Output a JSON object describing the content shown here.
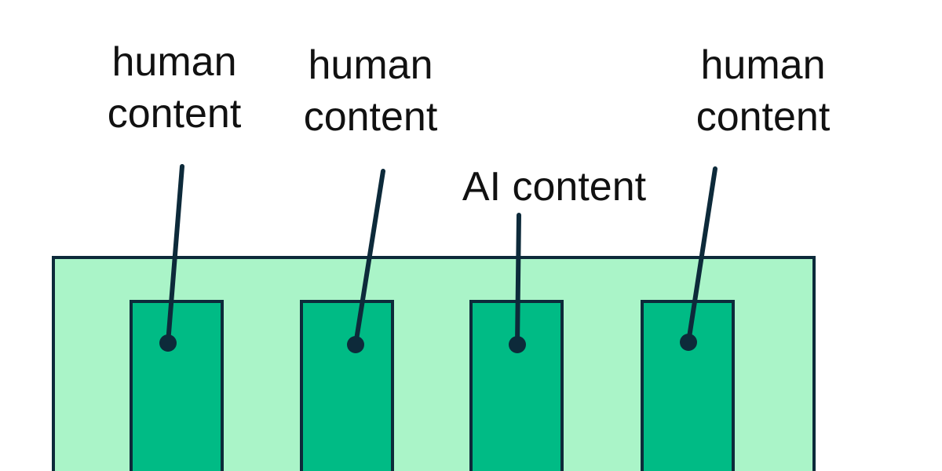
{
  "labels": [
    {
      "line1": "human",
      "line2": "content"
    },
    {
      "line1": "human",
      "line2": "content"
    },
    {
      "line1": "AI content",
      "line2": ""
    },
    {
      "line1": "human",
      "line2": "content"
    }
  ],
  "colors": {
    "container_fill": "#aaf4c8",
    "block_fill": "#00bb85",
    "stroke": "#0d2a3a",
    "text": "#111111"
  }
}
